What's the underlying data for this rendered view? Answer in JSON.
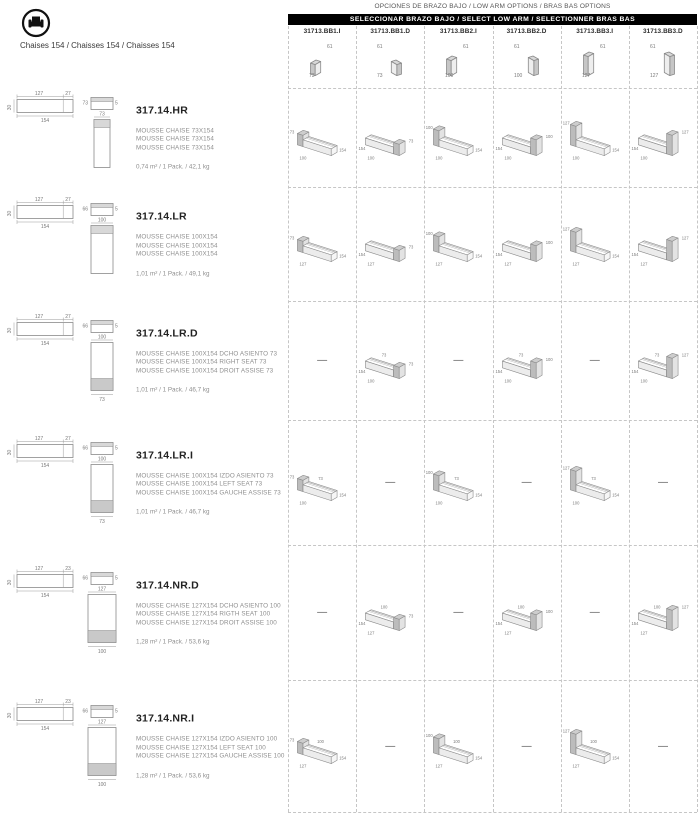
{
  "page": {
    "top_header": "OPCIONES DE BRAZO BAJO / LOW ARM OPTIONS / BRAS BAS OPTIONS",
    "black_bar": "SELECCIONAR BRAZO BAJO / SELECT LOW ARM / SELECTIONNER BRAS BAS",
    "left_title": "Chaises 154 / Chaisses 154 / Chaisses 154",
    "not_available": "—",
    "logo_icon": "armchair-logo-icon",
    "colors": {
      "bar_bg": "#000000",
      "text": "#3c3c3c",
      "muted": "#8f8f8f",
      "grid_line": "#c6c6c6",
      "shade": "#cdcdcd"
    }
  },
  "cell_length_label": "154",
  "columns": [
    {
      "code": "31713.BB1.I",
      "side": "left",
      "arm_height": "73",
      "arm_depth": "61"
    },
    {
      "code": "31713.BB1.D",
      "side": "right",
      "arm_height": "73",
      "arm_depth": "61"
    },
    {
      "code": "31713.BB2.I",
      "side": "left",
      "arm_height": "100",
      "arm_depth": "61"
    },
    {
      "code": "31713.BB2.D",
      "side": "right",
      "arm_height": "100",
      "arm_depth": "61"
    },
    {
      "code": "31713.BB3.I",
      "side": "left",
      "arm_height": "127",
      "arm_depth": "61"
    },
    {
      "code": "31713.BB3.D",
      "side": "right",
      "arm_height": "127",
      "arm_depth": "61"
    }
  ],
  "rows": [
    {
      "code": "317.14.HR",
      "descriptions": [
        "MOUSSE CHAISE 73X154",
        "MOUSSE CHAISE 73X154",
        "MOUSSE CHAISE 73X154"
      ],
      "specs": "0,74 m² / 1 Pack. / 42,1 kg",
      "drawing": {
        "plan": [
          "127",
          "27",
          "154",
          "30"
        ],
        "elevation": [
          "73",
          "5"
        ],
        "width_top": "73",
        "width_bottom": ""
      },
      "cell_width_label": "100",
      "cell_seat_label": "",
      "availability": [
        true,
        true,
        true,
        true,
        true,
        true
      ]
    },
    {
      "code": "317.14.LR",
      "descriptions": [
        "MOUSSE CHAISE 100X154",
        "MOUSSE CHAISE 100X154",
        "MOUSSE CHAISE 100X154"
      ],
      "specs": "1,01 m² / 1 Pack. / 49,1 kg",
      "drawing": {
        "plan": [
          "127",
          "27",
          "154",
          "30"
        ],
        "elevation": [
          "66",
          "5"
        ],
        "width_top": "100",
        "width_bottom": ""
      },
      "cell_width_label": "127",
      "cell_seat_label": "",
      "availability": [
        true,
        true,
        true,
        true,
        true,
        true
      ]
    },
    {
      "code": "317.14.LR.D",
      "descriptions": [
        "MOUSSE CHAISE 100X154 DCHO ASIENTO 73",
        "MOUSSE CHAISE 100X154 RIGHT SEAT 73",
        "MOUSSE CHAISE 100X154 DROIT ASSISE 73"
      ],
      "specs": "1,01 m² / 1 Pack. / 46,7 kg",
      "drawing": {
        "plan": [
          "127",
          "27",
          "154",
          "30"
        ],
        "elevation": [
          "66",
          "5"
        ],
        "width_top": "100",
        "width_bottom": "73"
      },
      "cell_width_label": "100",
      "cell_seat_label": "73",
      "availability": [
        false,
        true,
        false,
        true,
        false,
        true
      ]
    },
    {
      "code": "317.14.LR.I",
      "descriptions": [
        "MOUSSE CHAISE 100X154 IZDO ASIENTO 73",
        "MOUSSE CHAISE 100X154 LEFT SEAT 73",
        "MOUSSE CHAISE 100X154 GAUCHE ASSISE 73"
      ],
      "specs": "1,01 m² / 1 Pack. / 46,7 kg",
      "drawing": {
        "plan": [
          "127",
          "27",
          "154",
          "30"
        ],
        "elevation": [
          "66",
          "5"
        ],
        "width_top": "100",
        "width_bottom": "73"
      },
      "cell_width_label": "100",
      "cell_seat_label": "73",
      "availability": [
        true,
        false,
        true,
        false,
        true,
        false
      ]
    },
    {
      "code": "317.14.NR.D",
      "descriptions": [
        "MOUSSE CHAISE 127X154 DCHO ASIENTO 100",
        "MOUSSE CHAISE 127X154 RIGTH SEAT 100",
        "MOUSSE CHAISE 127X154 DROIT ASSISE 100"
      ],
      "specs": "1,28 m² / 1 Pack. / 53,6 kg",
      "drawing": {
        "plan": [
          "127",
          "23",
          "154",
          "30"
        ],
        "elevation": [
          "66",
          "5"
        ],
        "width_top": "127",
        "width_bottom": "100"
      },
      "cell_width_label": "127",
      "cell_seat_label": "100",
      "availability": [
        false,
        true,
        false,
        true,
        false,
        true
      ]
    },
    {
      "code": "317.14.NR.I",
      "descriptions": [
        "MOUSSE CHAISE 127X154 IZDO ASIENTO 100",
        "MOUSSE CHAISE 127X154 LEFT SEAT 100",
        "MOUSSE CHAISE 127X154 GAUCHE ASSISE 100"
      ],
      "specs": "1,28 m² / 1 Pack. / 53,6 kg",
      "drawing": {
        "plan": [
          "127",
          "23",
          "154",
          "30"
        ],
        "elevation": [
          "66",
          "5"
        ],
        "width_top": "127",
        "width_bottom": "100"
      },
      "cell_width_label": "127",
      "cell_seat_label": "100",
      "availability": [
        true,
        false,
        true,
        false,
        true,
        false
      ]
    }
  ]
}
